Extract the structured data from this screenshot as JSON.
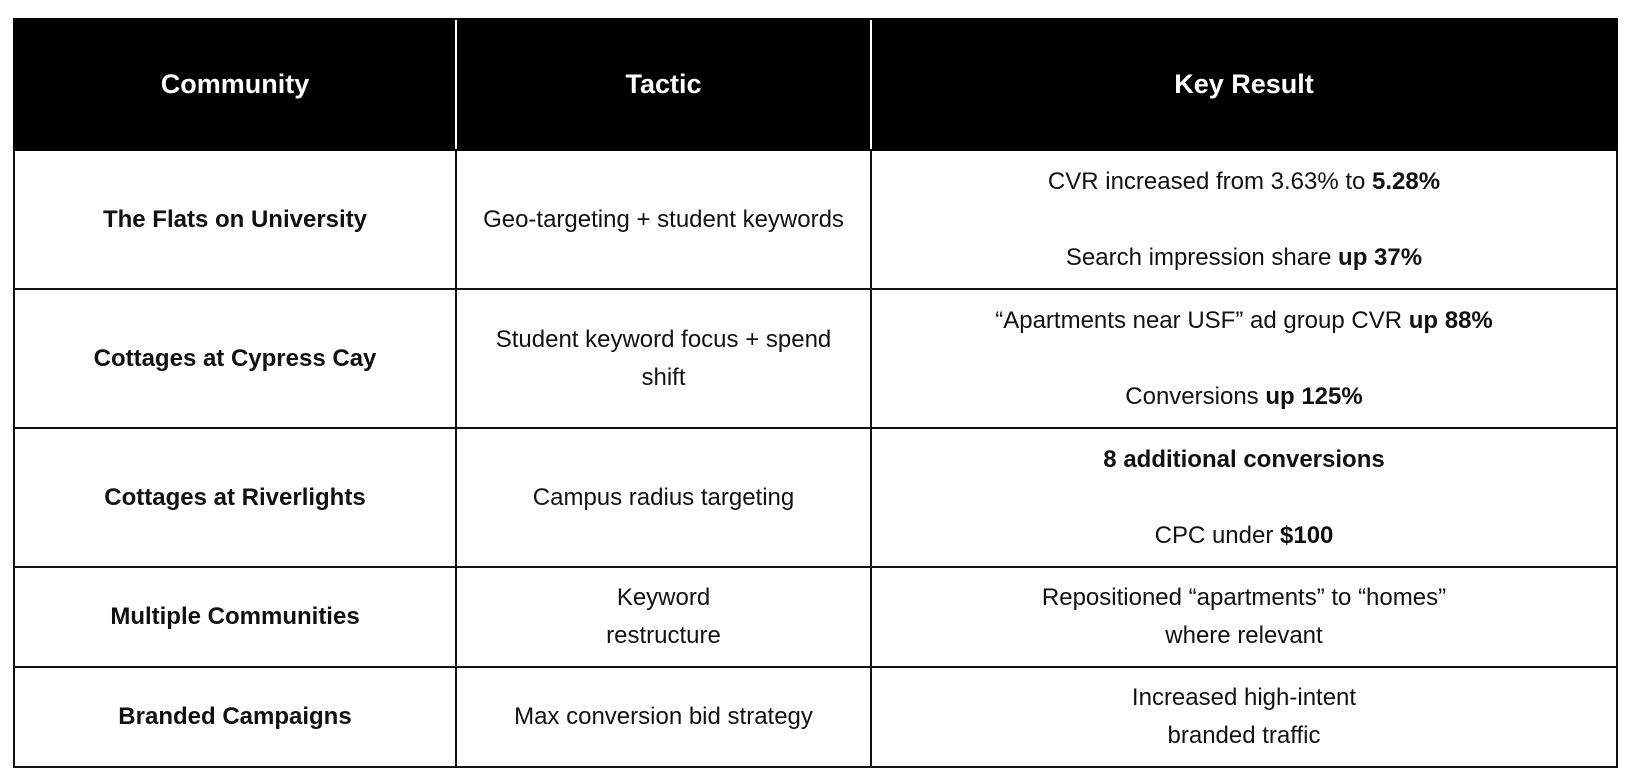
{
  "headers": {
    "community": "Community",
    "tactic": "Tactic",
    "key_result": "Key Result"
  },
  "rows": [
    {
      "community": "The Flats on University",
      "tactic": "Geo-targeting + student keywords",
      "result_1_plain": "CVR increased from 3.63% to ",
      "result_1_bold": "5.28%",
      "result_2_plain": "Search impression share ",
      "result_2_bold": "up 37%"
    },
    {
      "community": "Cottages at Cypress Cay",
      "tactic": "Student keyword focus + spend shift",
      "result_1_plain": "“Apartments near USF” ad group CVR ",
      "result_1_bold": "up 88%",
      "result_2_plain": "Conversions ",
      "result_2_bold": "up 125%"
    },
    {
      "community": "Cottages at Riverlights",
      "tactic": "Campus radius targeting",
      "result_1_plain": "",
      "result_1_bold": "8 additional conversions",
      "result_2_plain": "CPC under ",
      "result_2_bold": "$100"
    },
    {
      "community": "Multiple Communities",
      "tactic_line_1": "Keyword",
      "tactic_line_2": "restructure",
      "result_line_1": "Repositioned “apartments” to “homes”",
      "result_line_2": "where relevant"
    },
    {
      "community": "Branded Campaigns",
      "tactic": "Max conversion bid strategy",
      "result_line_1": "Increased high-intent",
      "result_line_2": "branded traffic"
    }
  ]
}
